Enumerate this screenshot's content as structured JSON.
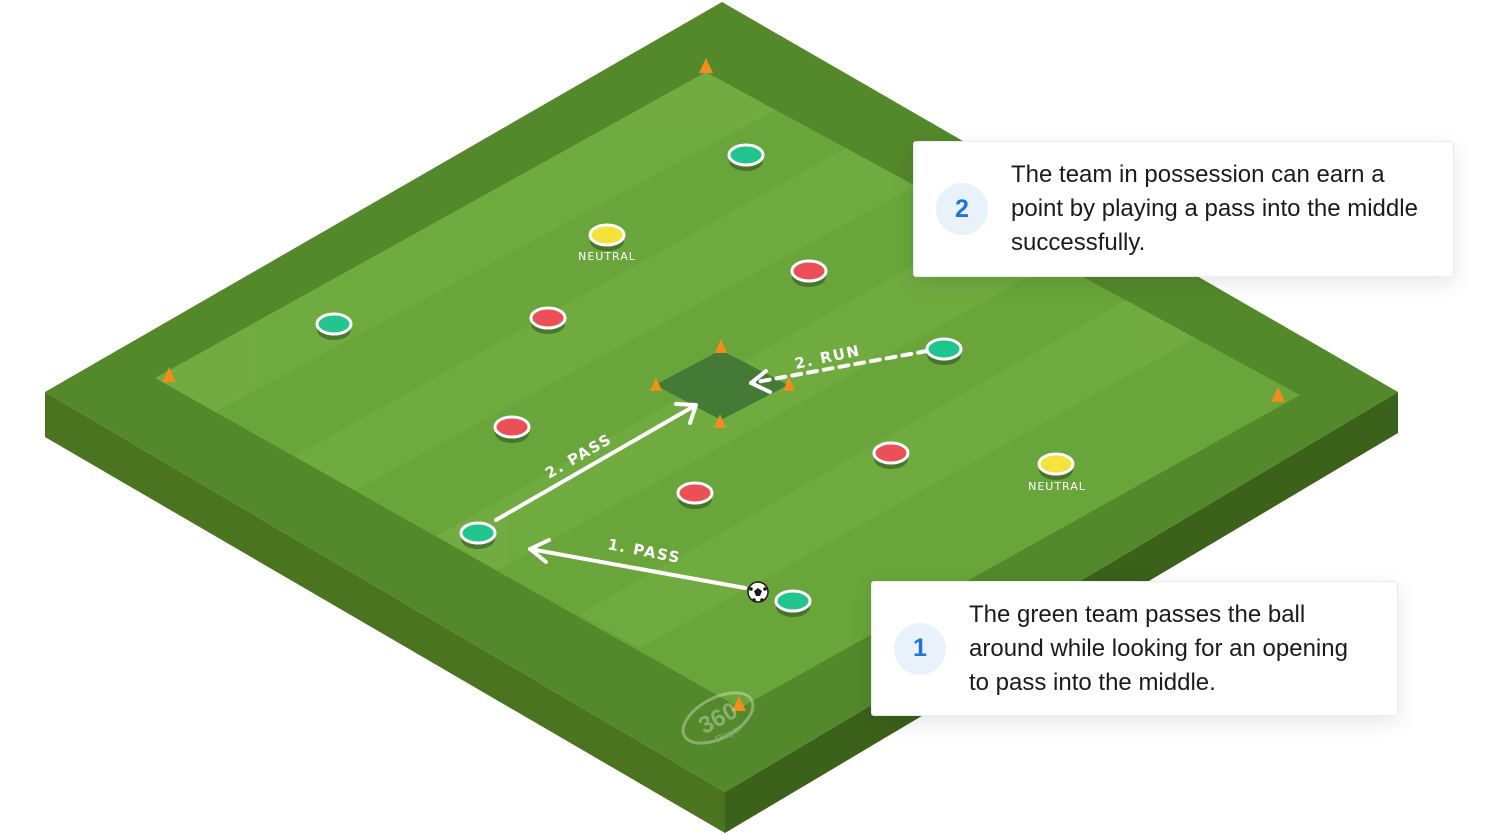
{
  "drill": {
    "arrows": {
      "pass_1": "1. PASS",
      "pass_2": "2. PASS",
      "run_2": "2. RUN"
    },
    "neutral_label": "NEUTRAL",
    "watermark": "360 Player"
  },
  "callouts": [
    {
      "number": "1",
      "text": "The green team passes the ball around while looking for an opening to pass into the middle."
    },
    {
      "number": "2",
      "text": "The team in possession can earn a point by playing a pass into the middle successfully."
    }
  ],
  "colors": {
    "pitch_outer": "#53882b",
    "pitch_inner": "#6aa73a",
    "center_square": "#457a36",
    "player_green": "#22c58e",
    "player_red": "#ec4f55",
    "player_yellow": "#f5e23b",
    "cone": "#f28c1f",
    "callout_number": "#1f74d9"
  },
  "legend_players": {
    "green_team": "green",
    "red_team": "red",
    "neutral": "yellow"
  }
}
